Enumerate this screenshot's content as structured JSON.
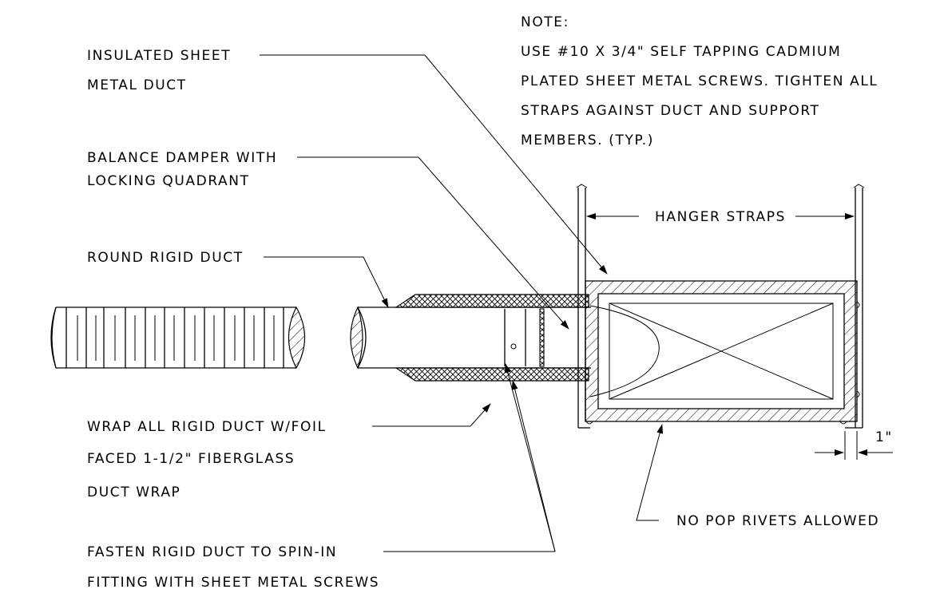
{
  "note": {
    "heading": "NOTE:",
    "lines": [
      "USE #10 X 3/4\" SELF TAPPING CADMIUM",
      "PLATED SHEET METAL SCREWS. TIGHTEN ALL",
      "STRAPS AGAINST DUCT AND SUPPORT",
      "MEMBERS. (TYP.)"
    ]
  },
  "labels": {
    "insulated_duct": [
      "INSULATED SHEET",
      "METAL DUCT"
    ],
    "balance_damper": [
      "BALANCE DAMPER WITH",
      "LOCKING QUADRANT"
    ],
    "round_rigid_duct": [
      "ROUND RIGID DUCT"
    ],
    "wrap": [
      "WRAP ALL RIGID DUCT W/FOIL",
      "FACED 1-1/2\" FIBERGLASS",
      "DUCT WRAP"
    ],
    "fasten": [
      "FASTEN RIGID DUCT TO SPIN-IN",
      "FITTING WITH SHEET METAL SCREWS"
    ],
    "hanger_straps": "HANGER STRAPS",
    "no_pop_rivets": "NO POP RIVETS ALLOWED",
    "dimension": "1\""
  },
  "colors": {
    "line": "#000000",
    "background": "#ffffff"
  }
}
